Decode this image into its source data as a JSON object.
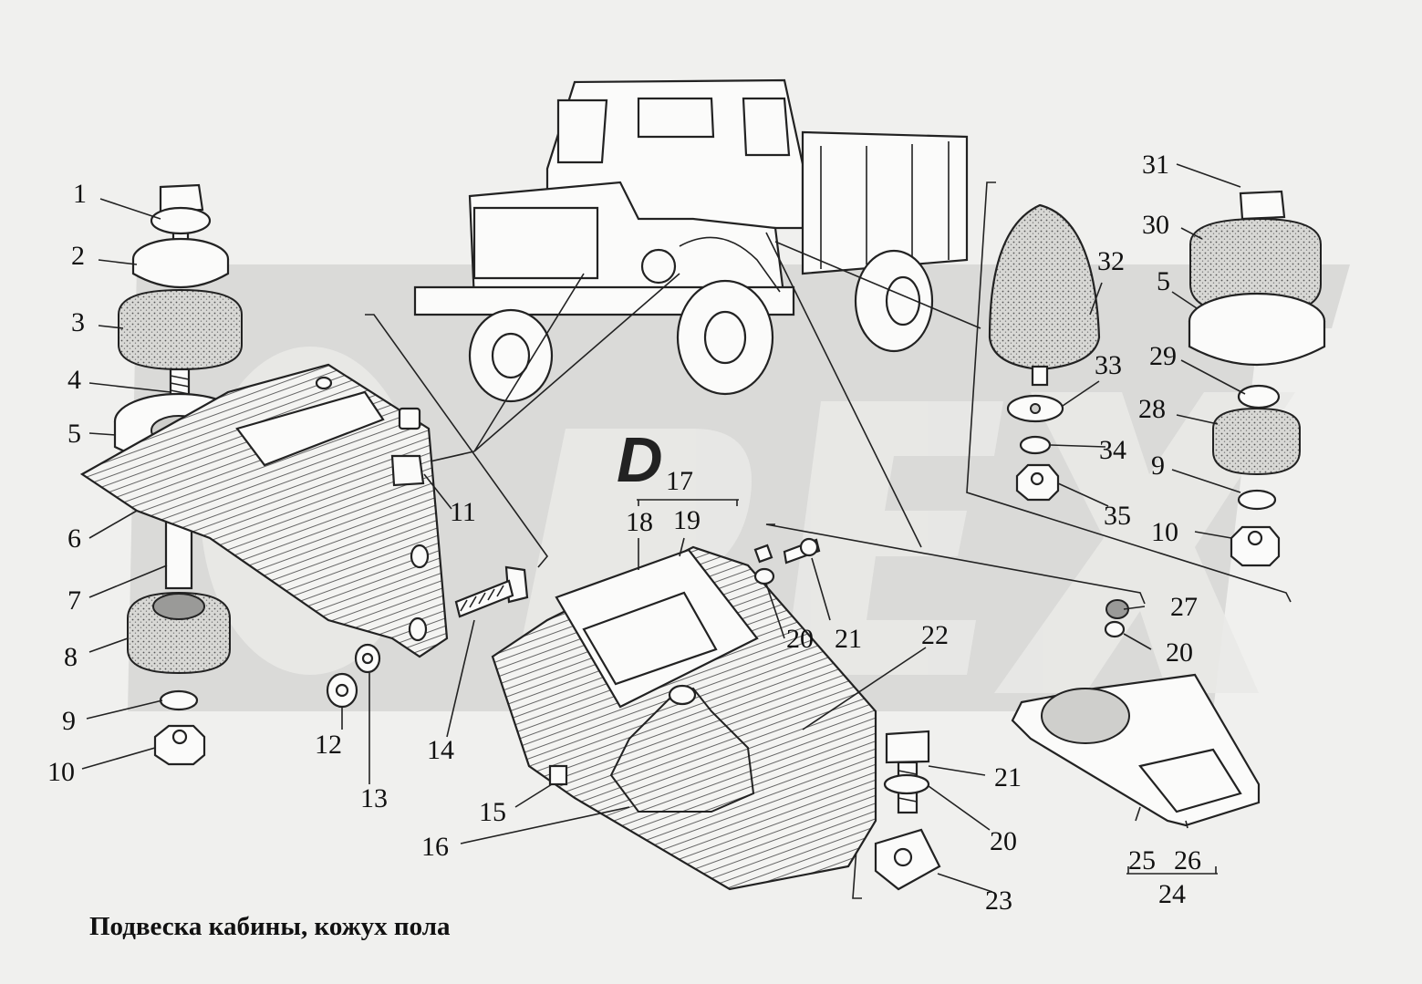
{
  "caption": "Подвеска кабины, кожух пола",
  "watermark_letters": [
    "О",
    "Р",
    "Е",
    "Х"
  ],
  "labels": [
    {
      "id": "p1",
      "text": "1"
    },
    {
      "id": "p2",
      "text": "2"
    },
    {
      "id": "p3",
      "text": "3"
    },
    {
      "id": "p4",
      "text": "4"
    },
    {
      "id": "p5a",
      "text": "5"
    },
    {
      "id": "p6",
      "text": "6"
    },
    {
      "id": "p7",
      "text": "7"
    },
    {
      "id": "p8",
      "text": "8"
    },
    {
      "id": "p9a",
      "text": "9"
    },
    {
      "id": "p10a",
      "text": "10"
    },
    {
      "id": "p11",
      "text": "11"
    },
    {
      "id": "p12",
      "text": "12"
    },
    {
      "id": "p13",
      "text": "13"
    },
    {
      "id": "p14",
      "text": "14"
    },
    {
      "id": "p15",
      "text": "15"
    },
    {
      "id": "p16",
      "text": "16"
    },
    {
      "id": "p17",
      "text": "17"
    },
    {
      "id": "p18",
      "text": "18"
    },
    {
      "id": "p19",
      "text": "19"
    },
    {
      "id": "p20a",
      "text": "20"
    },
    {
      "id": "p21a",
      "text": "21"
    },
    {
      "id": "p22",
      "text": "22"
    },
    {
      "id": "p21b",
      "text": "21"
    },
    {
      "id": "p20b",
      "text": "20"
    },
    {
      "id": "p23",
      "text": "23"
    },
    {
      "id": "p25",
      "text": "25"
    },
    {
      "id": "p26",
      "text": "26"
    },
    {
      "id": "p24",
      "text": "24"
    },
    {
      "id": "p27",
      "text": "27"
    },
    {
      "id": "p20c",
      "text": "20"
    },
    {
      "id": "p31",
      "text": "31"
    },
    {
      "id": "p30",
      "text": "30"
    },
    {
      "id": "p5b",
      "text": "5"
    },
    {
      "id": "p29",
      "text": "29"
    },
    {
      "id": "p28",
      "text": "28"
    },
    {
      "id": "p9b",
      "text": "9"
    },
    {
      "id": "p10b",
      "text": "10"
    },
    {
      "id": "p32",
      "text": "32"
    },
    {
      "id": "p33",
      "text": "33"
    },
    {
      "id": "p34",
      "text": "34"
    },
    {
      "id": "p35",
      "text": "35"
    }
  ]
}
